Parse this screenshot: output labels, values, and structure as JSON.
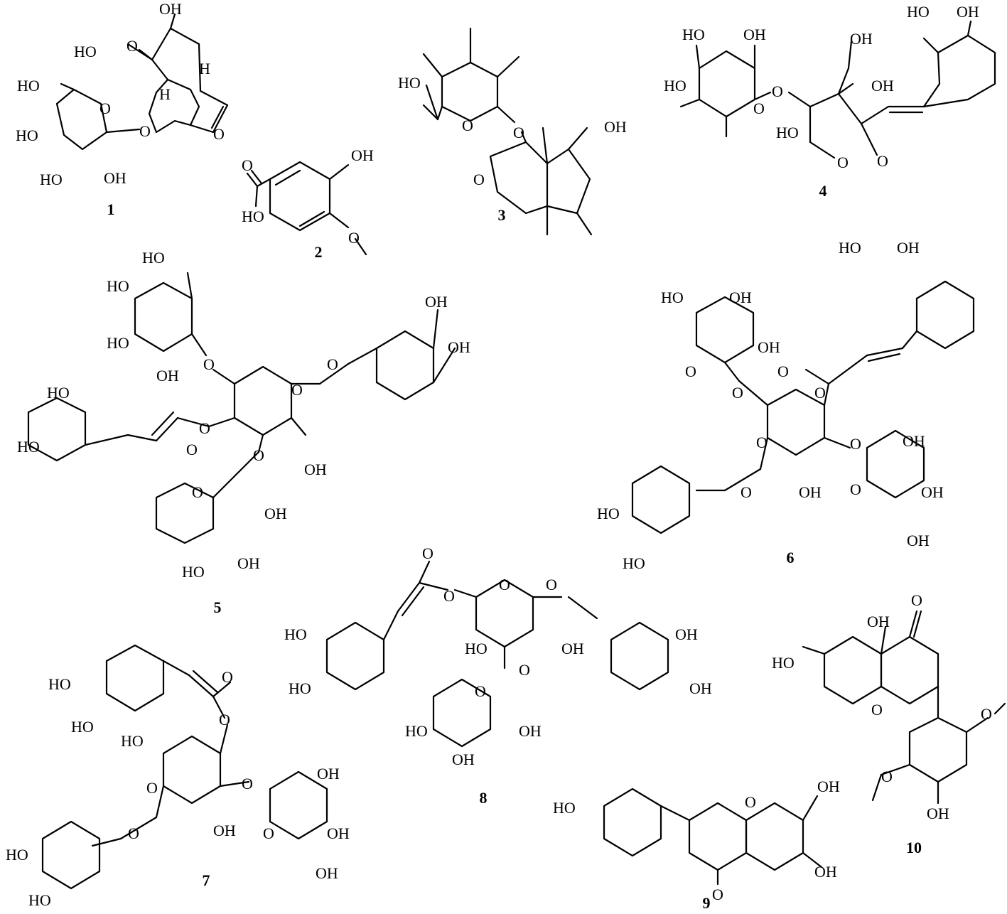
{
  "compounds": [
    {
      "id": "c1",
      "label": "1"
    },
    {
      "id": "c2",
      "label": "2"
    },
    {
      "id": "c3",
      "label": "3"
    },
    {
      "id": "c4",
      "label": "4"
    },
    {
      "id": "c5",
      "label": "5"
    },
    {
      "id": "c6",
      "label": "6"
    },
    {
      "id": "c7",
      "label": "7"
    },
    {
      "id": "c8",
      "label": "8"
    },
    {
      "id": "c9",
      "label": "9"
    },
    {
      "id": "c10",
      "label": "10"
    }
  ],
  "atoms": {
    "oh": "OH",
    "ho": "HO",
    "o": "O",
    "h": "H"
  }
}
